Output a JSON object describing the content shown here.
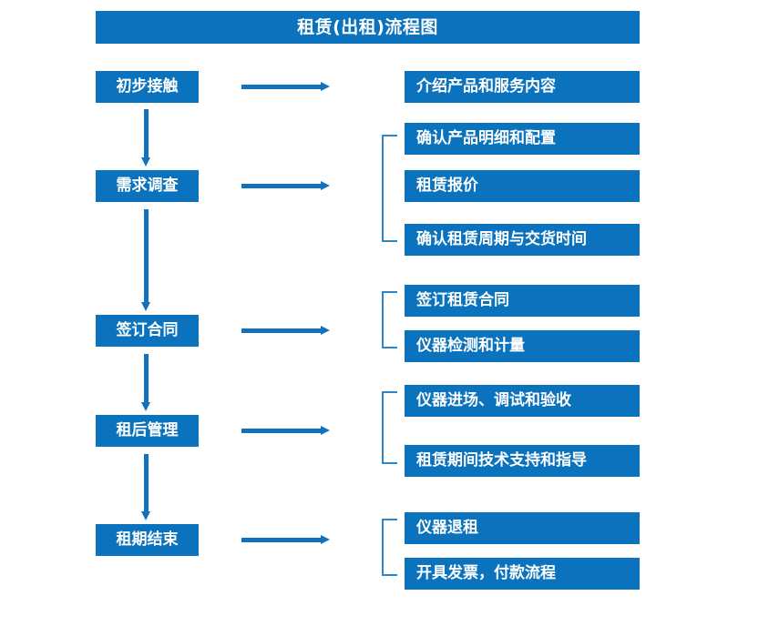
{
  "document": {
    "title": "租赁(出租)流程图",
    "background_color": "#FFFFFF",
    "accent_color": "#0B72BD",
    "arrow_color": "#1272BC",
    "bracket_color": "#2E86C8",
    "text_color": "#FFFFFF"
  },
  "flow": {
    "stages": [
      {
        "id": "stage-1",
        "label": "初步接触"
      },
      {
        "id": "stage-2",
        "label": "需求调查"
      },
      {
        "id": "stage-3",
        "label": "签订合同"
      },
      {
        "id": "stage-4",
        "label": "租后管理"
      },
      {
        "id": "stage-5",
        "label": "租期结束"
      }
    ],
    "details": [
      {
        "id": "detail-1",
        "label": "介绍产品和服务内容",
        "stage": "初步接触"
      },
      {
        "id": "detail-2",
        "label": "确认产品明细和配置",
        "stage": "需求调查"
      },
      {
        "id": "detail-3",
        "label": "租赁报价",
        "stage": "需求调查"
      },
      {
        "id": "detail-4",
        "label": "确认租赁周期与交货时间",
        "stage": "需求调查"
      },
      {
        "id": "detail-5",
        "label": "签订租赁合同",
        "stage": "签订合同"
      },
      {
        "id": "detail-6",
        "label": "仪器检测和计量",
        "stage": "签订合同"
      },
      {
        "id": "detail-7",
        "label": "仪器进场、调试和验收",
        "stage": "租后管理"
      },
      {
        "id": "detail-8",
        "label": "租赁期间技术支持和指导",
        "stage": "租后管理"
      },
      {
        "id": "detail-9",
        "label": "仪器退租",
        "stage": "租期结束"
      },
      {
        "id": "detail-10",
        "label": "开具发票，付款流程",
        "stage": "租期结束"
      }
    ],
    "connectors": {
      "vertical_arrow_icon": "arrow-down-icon",
      "horizontal_arrow_icon": "arrow-right-icon",
      "bracket_icon": "group-bracket-icon"
    }
  }
}
